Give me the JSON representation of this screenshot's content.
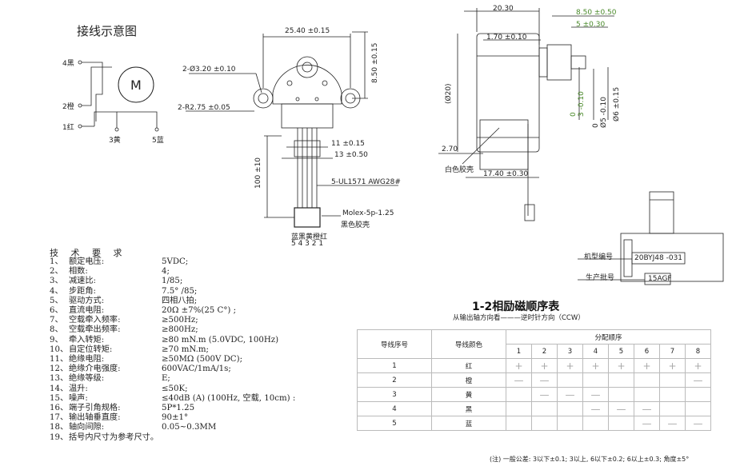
{
  "wiring": {
    "title": "接线示意图",
    "motor_label": "M",
    "wires": [
      "4黑",
      "2橙",
      "1红",
      "3黄",
      "5蓝"
    ]
  },
  "front_view": {
    "dim_width": "25.40 ±0.15",
    "dim_height": "8.50 ±0.15",
    "hole_dia": "2-Ø3.20 ±0.10",
    "ear_radius": "2-R2.75 ±0.05",
    "dim_11": "11 ±0.15",
    "dim_13": "13 ±0.50",
    "dim_100": "100 ±10",
    "cable": "5-UL1571 AWG28#",
    "connector": "Molex-5p-1.25",
    "connector_color": "黑色胶壳",
    "pin_colors": "蓝黑黄橙红",
    "pin_numbers": "5 4 3 2 1"
  },
  "side_view": {
    "dim_20_30": "20.30",
    "dim_8_50": "8.50 ±0.50",
    "dim_5": "5 ±0.30",
    "dim_1_70": "1.70 ±0.10",
    "dim_dia20": "(Ø20)",
    "dim_shaft_a": "0\n3 -0.10",
    "dim_shaft_b": "0\nØ5 -0.10",
    "dim_dia6": "Ø6 ±0.15",
    "dim_2_70": "2.70",
    "white_label": "白色胶壳",
    "dim_17_40": "17.40 ±0.30"
  },
  "label_view": {
    "model_label": "机型编号",
    "model_value": "20BYJ48 -031",
    "batch_label": "生产批号",
    "batch_value": "15AGF"
  },
  "specs": {
    "title": "技 术 要 求",
    "rows": [
      {
        "n": "1、",
        "k": "额定电压:",
        "v": "5VDC;"
      },
      {
        "n": "2、",
        "k": "相数:",
        "v": "4;"
      },
      {
        "n": "3、",
        "k": "减速比:",
        "v": "1/85;"
      },
      {
        "n": "4、",
        "k": "步距角:",
        "v": "7.5° /85;"
      },
      {
        "n": "5、",
        "k": "驱动方式:",
        "v": "四相八拍;"
      },
      {
        "n": "6、",
        "k": "直流电阻:",
        "v": "20Ω ±7%(25 C°) ;"
      },
      {
        "n": "7、",
        "k": "空载牵入频率:",
        "v": "≥500Hz;"
      },
      {
        "n": "8、",
        "k": "空载牵出频率:",
        "v": "≥800Hz;"
      },
      {
        "n": "9、",
        "k": "牵入转矩:",
        "v": "≥80 mN.m (5.0VDC, 100Hz)"
      },
      {
        "n": "10、",
        "k": "自定位转矩:",
        "v": "≥70 mN.m;"
      },
      {
        "n": "11、",
        "k": "绝缘电阻:",
        "v": "≥50MΩ (500V DC);"
      },
      {
        "n": "12、",
        "k": "绝缘介电强度:",
        "v": "600VAC/1mA/1s;"
      },
      {
        "n": "13、",
        "k": "绝缘等级:",
        "v": "E;"
      },
      {
        "n": "14、",
        "k": "温升:",
        "v": "≤50K;"
      },
      {
        "n": "15、",
        "k": "噪声:",
        "v": "≤40dB (A) (100Hz, 空载, 10cm) :"
      },
      {
        "n": "16、",
        "k": "端子引角规格:",
        "v": "5P*1.25"
      },
      {
        "n": "17、",
        "k": "输出轴垂直度:",
        "v": "90±1°"
      },
      {
        "n": "18、",
        "k": "轴向间隙:",
        "v": "0.05~0.3MM"
      },
      {
        "n": "19、",
        "k": "括号内尺寸为参考尺寸。",
        "v": ""
      }
    ]
  },
  "sequence": {
    "title": "1-2相励磁顺序表",
    "subtitle": "从输出轴方向看———逆时针方向（CCW）",
    "col_wire_no": "导线序号",
    "col_wire_color": "导线颜色",
    "col_order": "分配顺序",
    "steps": [
      "1",
      "2",
      "3",
      "4",
      "5",
      "6",
      "7",
      "8"
    ],
    "rows": [
      {
        "no": "1",
        "color": "红",
        "cells": [
          "+",
          "+",
          "+",
          "+",
          "+",
          "+",
          "+",
          "+"
        ]
      },
      {
        "no": "2",
        "color": "橙",
        "cells": [
          "—",
          "—",
          "",
          "",
          "",
          "",
          "",
          "—"
        ]
      },
      {
        "no": "3",
        "color": "黄",
        "cells": [
          "",
          "—",
          "—",
          "—",
          "",
          "",
          "",
          ""
        ]
      },
      {
        "no": "4",
        "color": "黑",
        "cells": [
          "",
          "",
          "",
          "—",
          "—",
          "—",
          "",
          ""
        ]
      },
      {
        "no": "5",
        "color": "蓝",
        "cells": [
          "",
          "",
          "",
          "",
          "",
          "—",
          "—",
          "—"
        ]
      }
    ],
    "note": "(注) 一般公差: 3以下±0.1; 3以上, 6以下±0.2; 6以上±0.3; 角度±5°"
  }
}
